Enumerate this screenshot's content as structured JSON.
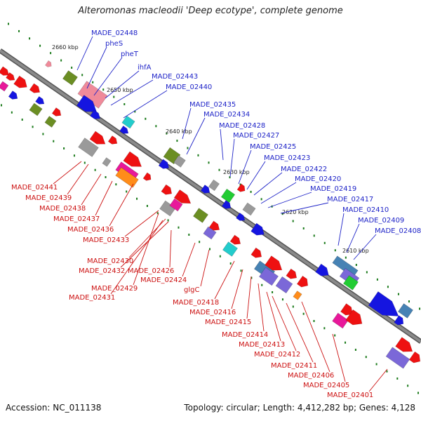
{
  "title": "Alteromonas macleodii 'Deep ecotype', complete genome",
  "footer": {
    "accession": "Accession: NC_011138",
    "summary": "Topology: circular; Length: 4,412,282 bp; Genes: 4,128"
  },
  "kbp_labels": [
    "2660 kbp",
    "2650 kbp",
    "2640 kbp",
    "2630 kbp",
    "2620 kbp",
    "2610 kbp"
  ],
  "forward_genes": [
    "MADE_02448",
    "pheS",
    "pheT",
    "ihfA",
    "MADE_02443",
    "MADE_02440",
    "MADE_02435",
    "MADE_02434",
    "MADE_02428",
    "MADE_02427",
    "MADE_02425",
    "MADE_02423",
    "MADE_02422",
    "MADE_02420",
    "MADE_02419",
    "MADE_02417",
    "MADE_02410",
    "MADE_02409",
    "MADE_02408"
  ],
  "reverse_genes": [
    "MADE_02441",
    "MADE_02439",
    "MADE_02438",
    "MADE_02437",
    "MADE_02436",
    "MADE_02433",
    "MADE_02430",
    "MADE_02432",
    "MADE_02426",
    "MADE_02424",
    "MADE_02429",
    "MADE_02431",
    "glgC",
    "MADE_02418",
    "MADE_02416",
    "MADE_02415",
    "MADE_02414",
    "MADE_02413",
    "MADE_02412",
    "MADE_02411",
    "MADE_02406",
    "MADE_02405",
    "MADE_02401"
  ],
  "colors": {
    "forward_label": "#1f24c8",
    "reverse_label": "#cc1111",
    "backbone": "#8a8a8a",
    "gene_red": "#ee1111",
    "gene_blue": "#1515e0",
    "gene_olive": "#6b8e23",
    "gene_pink": "#f08a9a",
    "gene_magenta": "#e8189a",
    "gene_orange": "#ff8c1a",
    "gene_cyan": "#22cccc",
    "gene_gray": "#9a9a9a",
    "gene_lavender": "#7b68d8",
    "gene_green": "#22cc33",
    "gene_steel": "#4682b4",
    "tick_green": "#1a7a1a"
  }
}
